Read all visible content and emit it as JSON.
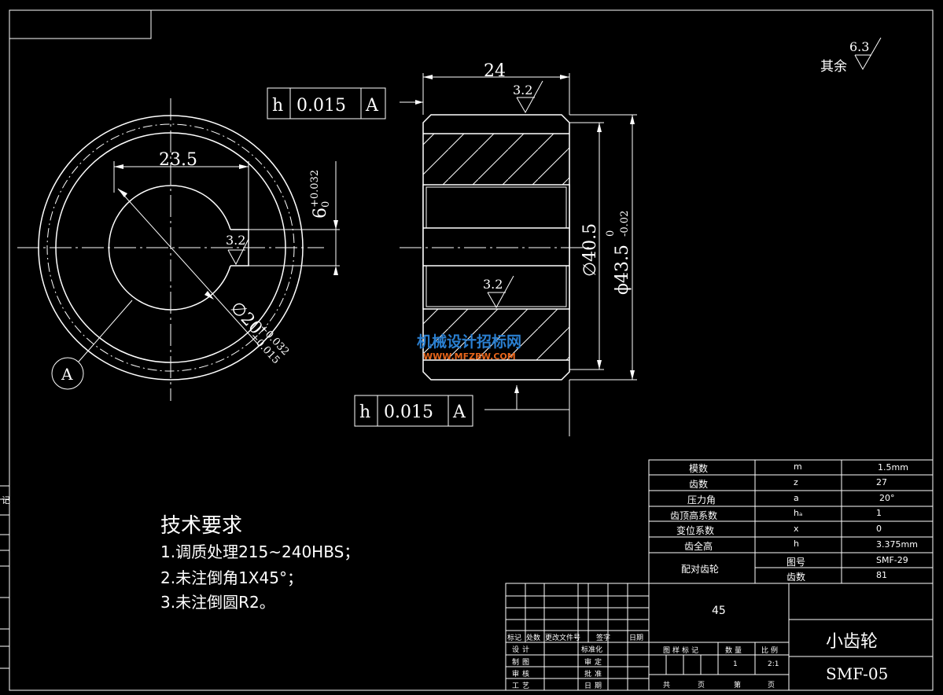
{
  "roughness_other": {
    "label": "其余",
    "value": "6.3"
  },
  "front_view": {
    "dim_width": "23.5",
    "dim_keyway": "6",
    "dim_keyway_tol_upper": "+0.032",
    "dim_keyway_tol_lower": "0",
    "roughness_keyway": "3.2",
    "dim_bore": "∅20",
    "dim_bore_tol_upper": "+0.032",
    "dim_bore_tol_lower": "+0.015",
    "datum_label": "A"
  },
  "section_view": {
    "dim_width": "24",
    "roughness_top": "3.2",
    "roughness_bore": "3.2",
    "dim_inner": "∅40.5",
    "dim_outer": "ϕ43.5",
    "dim_outer_tol_upper": "0",
    "dim_outer_tol_lower": "-0.02"
  },
  "tolerance_frames": [
    {
      "symbol": "h",
      "value": "0.015",
      "datum": "A"
    },
    {
      "symbol": "h",
      "value": "0.015",
      "datum": "A"
    }
  ],
  "watermark": {
    "line1": "机械设计招标网",
    "line2": "WWW.MFZBW.COM"
  },
  "tech_requirements": {
    "title": "技术要求",
    "items": [
      "1.调质处理215~240HBS；",
      "2.未注倒角1X45°；",
      "3.未注倒圆R2。"
    ]
  },
  "gear_params": [
    {
      "name": "模数",
      "symbol": "m",
      "value": "1.5mm"
    },
    {
      "name": "齿数",
      "symbol": "z",
      "value": "27"
    },
    {
      "name": "压力角",
      "symbol": "a",
      "value": "20°"
    },
    {
      "name": "齿顶高系数",
      "symbol": "hₐ",
      "value": "1"
    },
    {
      "name": "变位系数",
      "symbol": "x",
      "value": "0"
    },
    {
      "name": "齿全高",
      "symbol": "h",
      "value": "3.375mm"
    }
  ],
  "mating_gear": {
    "label": "配对齿轮",
    "rows": [
      {
        "name": "图号",
        "value": "SMF-29"
      },
      {
        "name": "齿数",
        "value": "81"
      }
    ]
  },
  "title_block": {
    "material": "45",
    "part_name": "小齿轮",
    "drawing_no": "SMF-05",
    "revision_headers": [
      "标记",
      "处数",
      "更改文件号",
      "签字",
      "日期"
    ],
    "left_labels": [
      "设计",
      "制图",
      "审核",
      "工艺"
    ],
    "mid_labels": [
      "标准化",
      "审定",
      "批准",
      "日期"
    ],
    "stage_label": "图样标记",
    "qty_label": "数量",
    "scale_label": "比例",
    "qty_value": "1",
    "scale_value": "2:1",
    "sheets_total_label": "共",
    "sheet_label": "页",
    "sheet_no_label": "第",
    "sheet_label2": "页"
  },
  "left_strip": {
    "label": "记"
  }
}
